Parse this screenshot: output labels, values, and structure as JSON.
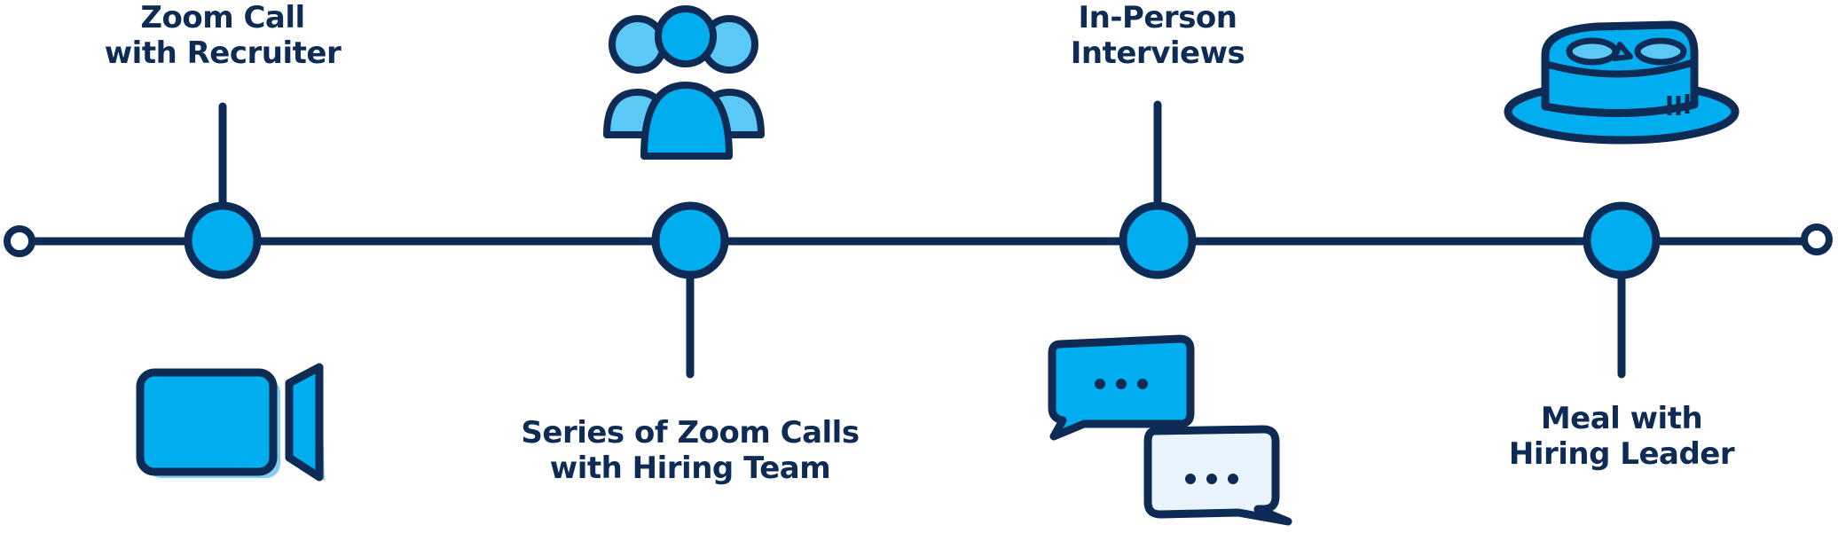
{
  "colors": {
    "outline": "#0d2b55",
    "fill": "#00aeef",
    "fill_light": "#5bc8f5",
    "fill_pale": "#eaf4fc",
    "shadow": "#1ea2ea",
    "background": "#ffffff"
  },
  "milestones": [
    {
      "id": "zoom-call-with-recruiter",
      "label_lines": [
        "Zoom Call",
        "with Recruiter"
      ],
      "icon": "video-camera-icon"
    },
    {
      "id": "series-of-zoom-calls",
      "label_lines": [
        "Series of Zoom Calls",
        "with Hiring Team"
      ],
      "icon": "team-people-icon"
    },
    {
      "id": "in-person-interviews",
      "label_lines": [
        "In-Person",
        "Interviews"
      ],
      "icon": "chat-bubbles-icon"
    },
    {
      "id": "meal-with-hiring-leader",
      "label_lines": [
        "Meal with",
        "Hiring Leader"
      ],
      "icon": "steak-plate-icon"
    }
  ]
}
